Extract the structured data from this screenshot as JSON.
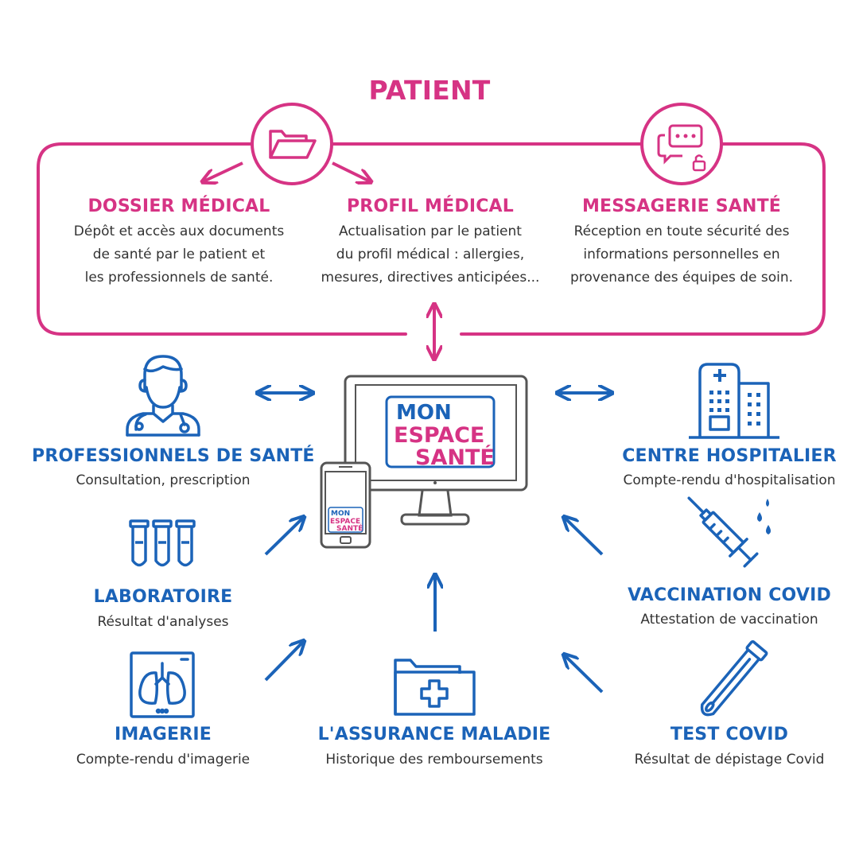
{
  "colors": {
    "pink": "#d63384",
    "blue": "#1b63b8",
    "gray": "#555555",
    "text": "#333333"
  },
  "patient": {
    "title": "PATIENT"
  },
  "services": {
    "dossier": {
      "title": "DOSSIER MÉDICAL",
      "lines": [
        "Dépôt et accès aux documents",
        "de santé par le patient et",
        "les professionnels de santé."
      ]
    },
    "profil": {
      "title": "PROFIL MÉDICAL",
      "lines": [
        "Actualisation par le patient",
        "du profil médical : allergies,",
        "mesures, directives anticipées..."
      ]
    },
    "messagerie": {
      "title": "MESSAGERIE SANTÉ",
      "lines": [
        "Réception en toute sécurité des",
        "informations personnelles en",
        "provenance des équipes de soin."
      ]
    }
  },
  "logo": {
    "line1": "MON",
    "line2": "ESPACE",
    "line3": "SANTÉ"
  },
  "actors": {
    "professionnels": {
      "title": "PROFESSIONNELS DE SANTÉ",
      "desc": "Consultation, prescription"
    },
    "laboratoire": {
      "title": "LABORATOIRE",
      "desc": "Résultat d'analyses"
    },
    "imagerie": {
      "title": "IMAGERIE",
      "desc": "Compte-rendu d'imagerie"
    },
    "assurance": {
      "title": "L'ASSURANCE MALADIE",
      "desc": "Historique des remboursements"
    },
    "hospitalier": {
      "title": "CENTRE HOSPITALIER",
      "desc": "Compte-rendu d'hospitalisation"
    },
    "vaccination": {
      "title": "VACCINATION COVID",
      "desc": "Attestation de vaccination"
    },
    "test": {
      "title": "TEST COVID",
      "desc": "Résultat de dépistage Covid"
    }
  }
}
